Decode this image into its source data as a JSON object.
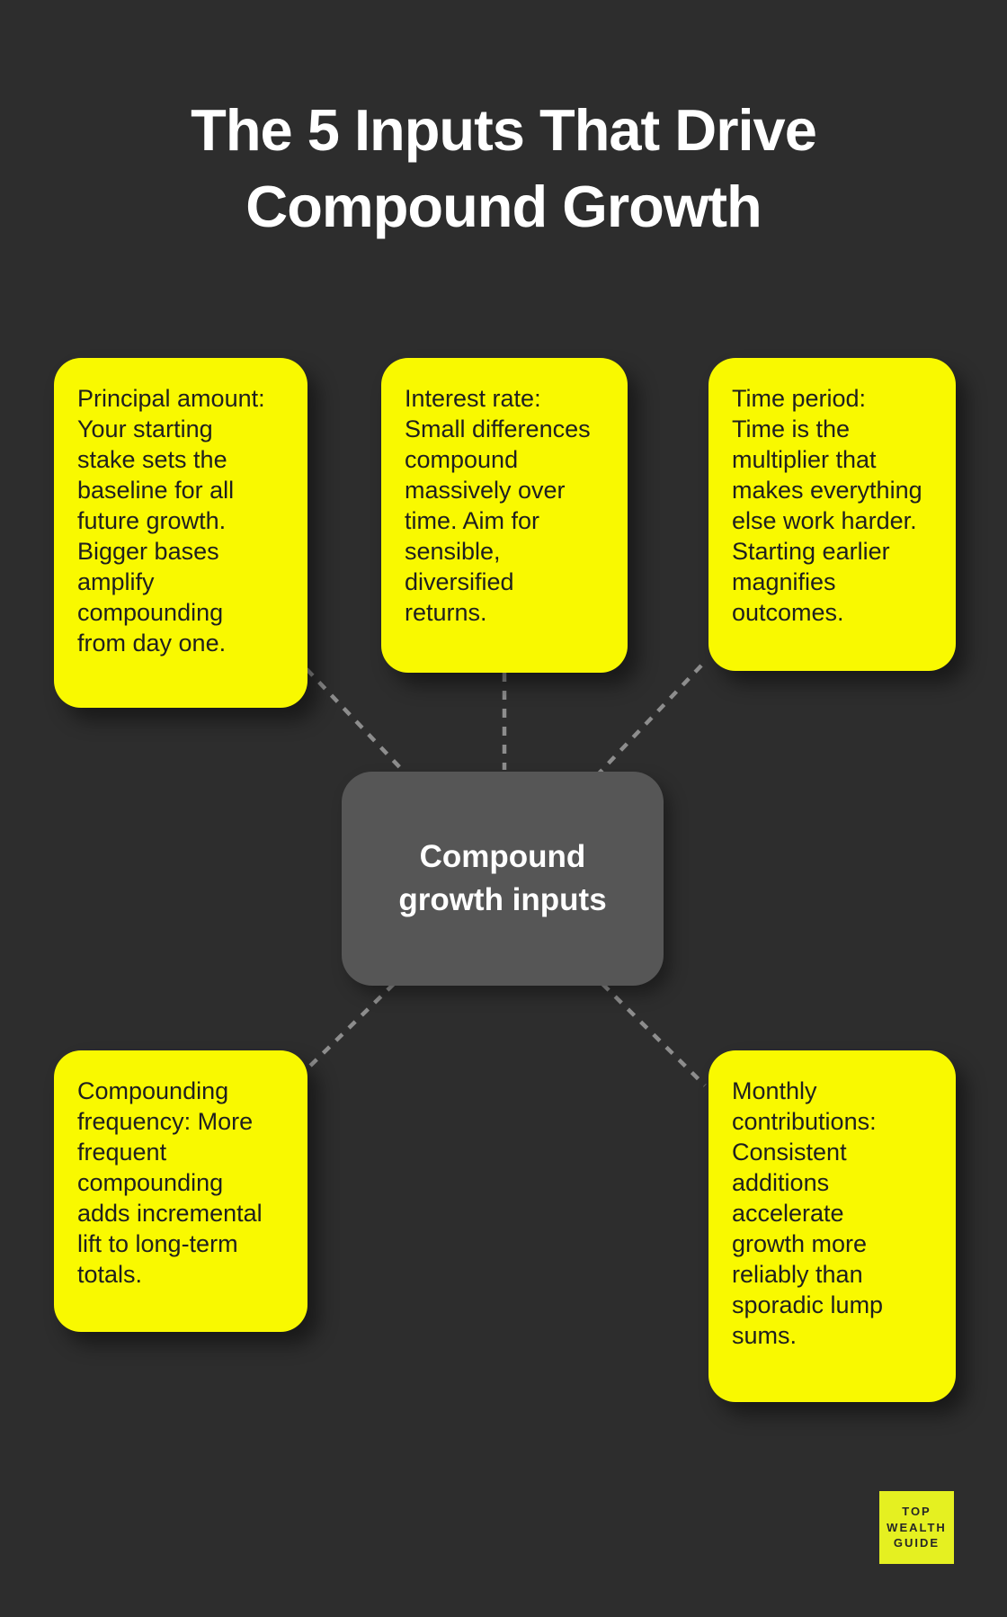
{
  "page": {
    "background_color": "#2d2d2d"
  },
  "title": {
    "text": "The 5 Inputs That Drive\nCompound Growth",
    "color": "#ffffff"
  },
  "center_node": {
    "label": "Compound\ngrowth inputs",
    "bg_color": "#565656",
    "text_color": "#ffffff"
  },
  "nodes": [
    {
      "id": "principal-amount",
      "text": "Principal amount:\nYour starting\nstake sets the\nbaseline for all\nfuture growth.\nBigger bases\namplify\ncompounding\nfrom day one."
    },
    {
      "id": "interest-rate",
      "text": "Interest rate:\nSmall differences\ncompound\nmassively over\ntime. Aim for\nsensible,\ndiversified\nreturns."
    },
    {
      "id": "time-period",
      "text": "Time period:\nTime is the\nmultiplier that\nmakes everything\nelse work harder.\nStarting earlier\nmagnifies\noutcomes."
    },
    {
      "id": "compounding-frequency",
      "text": "Compounding\nfrequency: More\nfrequent\ncompounding\nadds incremental\nlift to long-term\ntotals."
    },
    {
      "id": "monthly-contributions",
      "text": "Monthly\ncontributions:\nConsistent\nadditions\naccelerate\ngrowth more\nreliably than\nsporadic lump\nsums."
    }
  ],
  "colors": {
    "note_bg": "#f9f900",
    "note_text": "#1f1f1f",
    "connector": "#8d8d8d"
  },
  "logo": {
    "text": "TOP\nWEALTH\nGUIDE",
    "bg_color": "#e5f021",
    "text_color": "#262626"
  }
}
